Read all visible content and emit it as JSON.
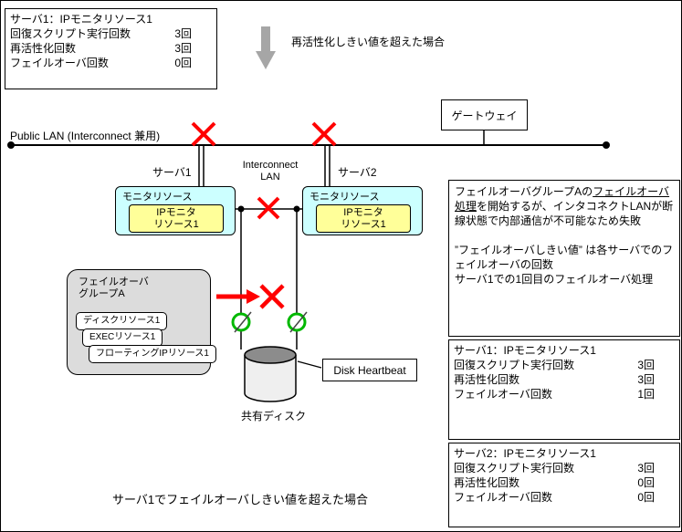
{
  "colors": {
    "error_red": "#ff0000",
    "ok_green": "#00b800",
    "monitor_box_fill": "#ccffff",
    "ip_monitor_fill": "#ffff99",
    "group_fill": "#dcdcdc",
    "arrow_gray": "#a6a6a6",
    "disk_top_fill": "#8c8c8c",
    "line_black": "#000000"
  },
  "annotations": {
    "top_arrow_text": "再活性化しきい値を超えた場合",
    "bottom_text": "サーバ1でフェイルオーバしきい値を超えた場合"
  },
  "network": {
    "public_lan_label": "Public LAN (Interconnect 兼用)",
    "gateway_label": "ゲートウェイ",
    "interconnect_line1": "Interconnect",
    "interconnect_line2": "LAN"
  },
  "servers": {
    "server1_label": "サーバ1",
    "server2_label": "サーバ2",
    "monitor_resource_label": "モニタリソース",
    "ip_monitor_line1": "IPモニタ",
    "ip_monitor_line2": "リソース1"
  },
  "failover_group": {
    "title_line1": "フェイルオーバ",
    "title_line2": "グループA",
    "resources": [
      "ディスクリソース1",
      "EXECリソース1",
      "フローティングIPリソース1"
    ]
  },
  "storage": {
    "disk_heartbeat_label": "Disk Heartbeat",
    "shared_disk_label": "共有ディスク"
  },
  "description_box": {
    "p1_before": "フェイルオーバグループAの",
    "p1_underline": "フェイルオーバ処理",
    "p1_after": "を開始するが、インタコネクトLANが断線状態で内部通信が不可能なため失敗",
    "p2": "”フェイルオーバしきい値” は各サーバでのフェイルオーバの回数",
    "p3": "サーバ1での1回目のフェイルオーバ処理"
  },
  "stat_boxes": [
    {
      "title": "サーバ1：IPモニタリソース1",
      "rows": [
        {
          "label": "回復スクリプト実行回数",
          "value": "3回"
        },
        {
          "label": "再活性化回数",
          "value": "3回"
        },
        {
          "label": "フェイルオーバ回数",
          "value": "0回"
        }
      ]
    },
    {
      "title": "サーバ1：IPモニタリソース1",
      "rows": [
        {
          "label": "回復スクリプト実行回数",
          "value": "3回"
        },
        {
          "label": "再活性化回数",
          "value": "3回"
        },
        {
          "label": "フェイルオーバ回数",
          "value": "1回"
        }
      ]
    },
    {
      "title": "サーバ2：IPモニタリソース1",
      "rows": [
        {
          "label": "回復スクリプト実行回数",
          "value": "3回"
        },
        {
          "label": "再活性化回数",
          "value": "0回"
        },
        {
          "label": "フェイルオーバ回数",
          "value": "0回"
        }
      ]
    }
  ]
}
